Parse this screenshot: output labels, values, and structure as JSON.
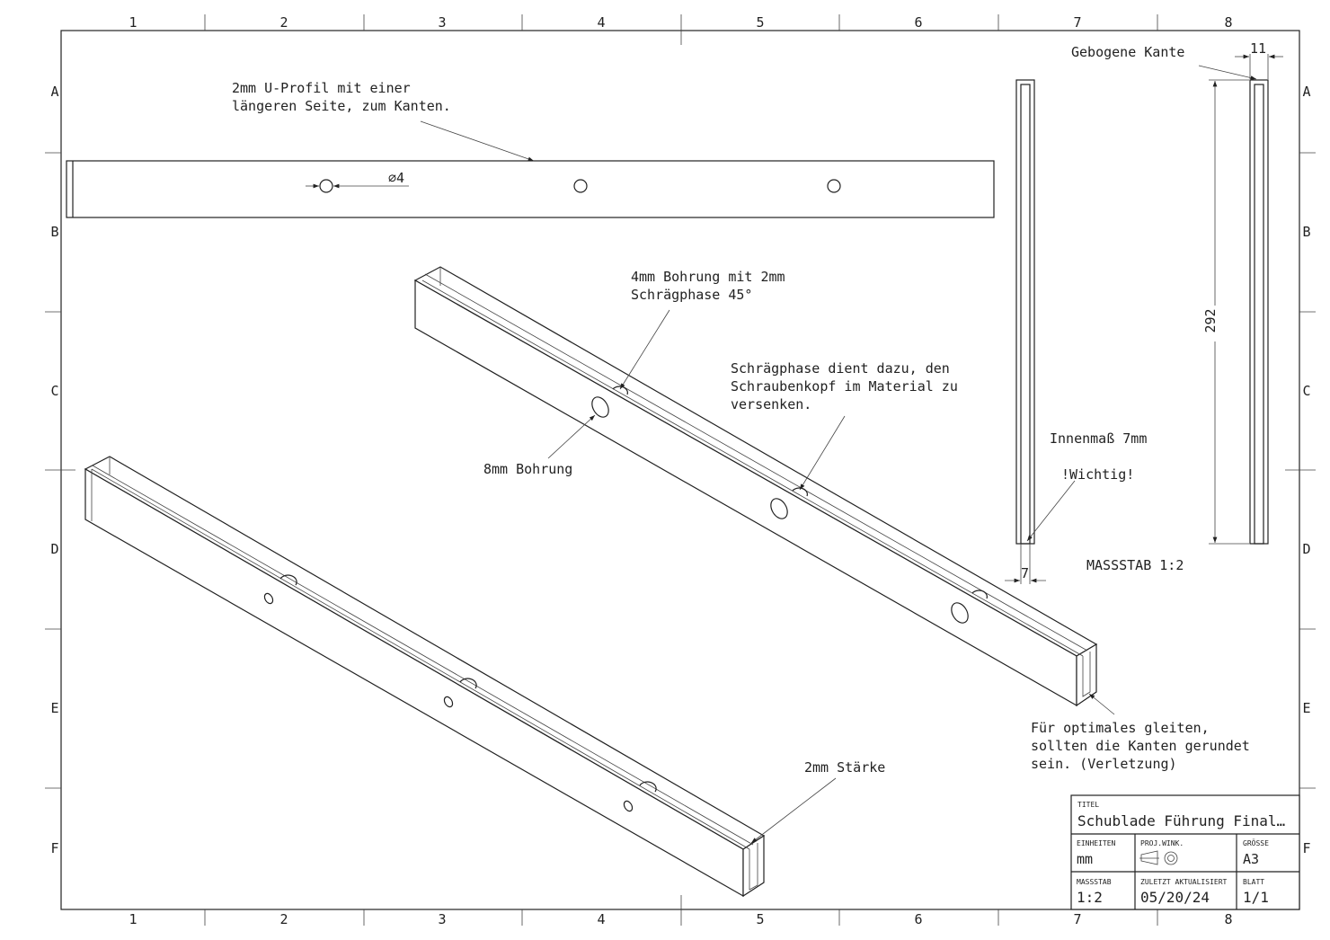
{
  "grid": {
    "columns": [
      "1",
      "2",
      "3",
      "4",
      "5",
      "6",
      "7",
      "8"
    ],
    "rows": [
      "A",
      "B",
      "C",
      "D",
      "E",
      "F"
    ]
  },
  "annotations": {
    "u_profile_1": "2mm U-Profil mit einer",
    "u_profile_2": "längeren Seite, zum Kanten.",
    "hole_dim": "⌀4",
    "bohrung_1": "4mm Bohrung mit 2mm",
    "bohrung_2": "Schrägphase 45°",
    "phase_1": "Schrägphase dient dazu, den",
    "phase_2": "Schraubenkopf im Material zu",
    "phase_3": "versenken.",
    "bohrung8": "8mm Bohrung",
    "innenmass": "Innenmaß 7mm",
    "wichtig": "!Wichtig!",
    "massstab": "MASSSTAB 1:2",
    "gebogene": "Gebogene Kante",
    "dim_11": "11",
    "dim_292": "292",
    "dim_7": "7",
    "gleiten_1": "Für optimales gleiten,",
    "gleiten_2": "sollten die Kanten gerundet",
    "gleiten_3": "sein. (Verletzung)",
    "staerke": "2mm Stärke"
  },
  "title_block": {
    "titel_label": "TITEL",
    "titel": "Schublade Führung Final…",
    "einheiten_label": "EINHEITEN",
    "einheiten": "mm",
    "proj_label": "PROJ.WINK.",
    "groesse_label": "GRÖSSE",
    "groesse": "A3",
    "massstab_label": "MASSSTAB",
    "massstab": "1:2",
    "aktualisiert_label": "ZULETZT AKTUALISIERT",
    "aktualisiert": "05/20/24",
    "blatt_label": "BLATT",
    "blatt": "1/1"
  }
}
